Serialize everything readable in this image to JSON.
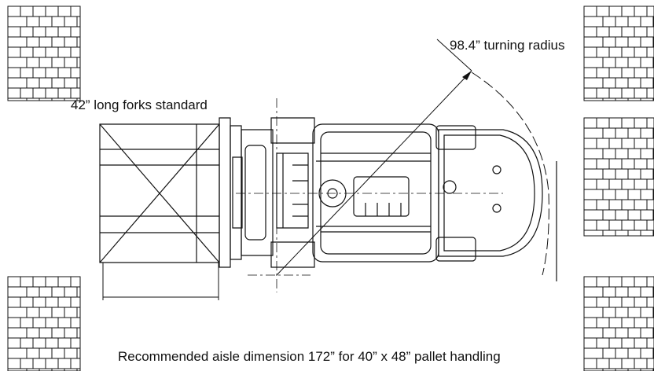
{
  "diagram": {
    "labels": {
      "forks": "42” long forks standard",
      "turning_radius": "98.4” turning radius",
      "aisle": "Recommended aisle dimension 172” for 40” x 48” pallet handling"
    },
    "colors": {
      "ink": "#111111",
      "background": "#ffffff"
    }
  }
}
